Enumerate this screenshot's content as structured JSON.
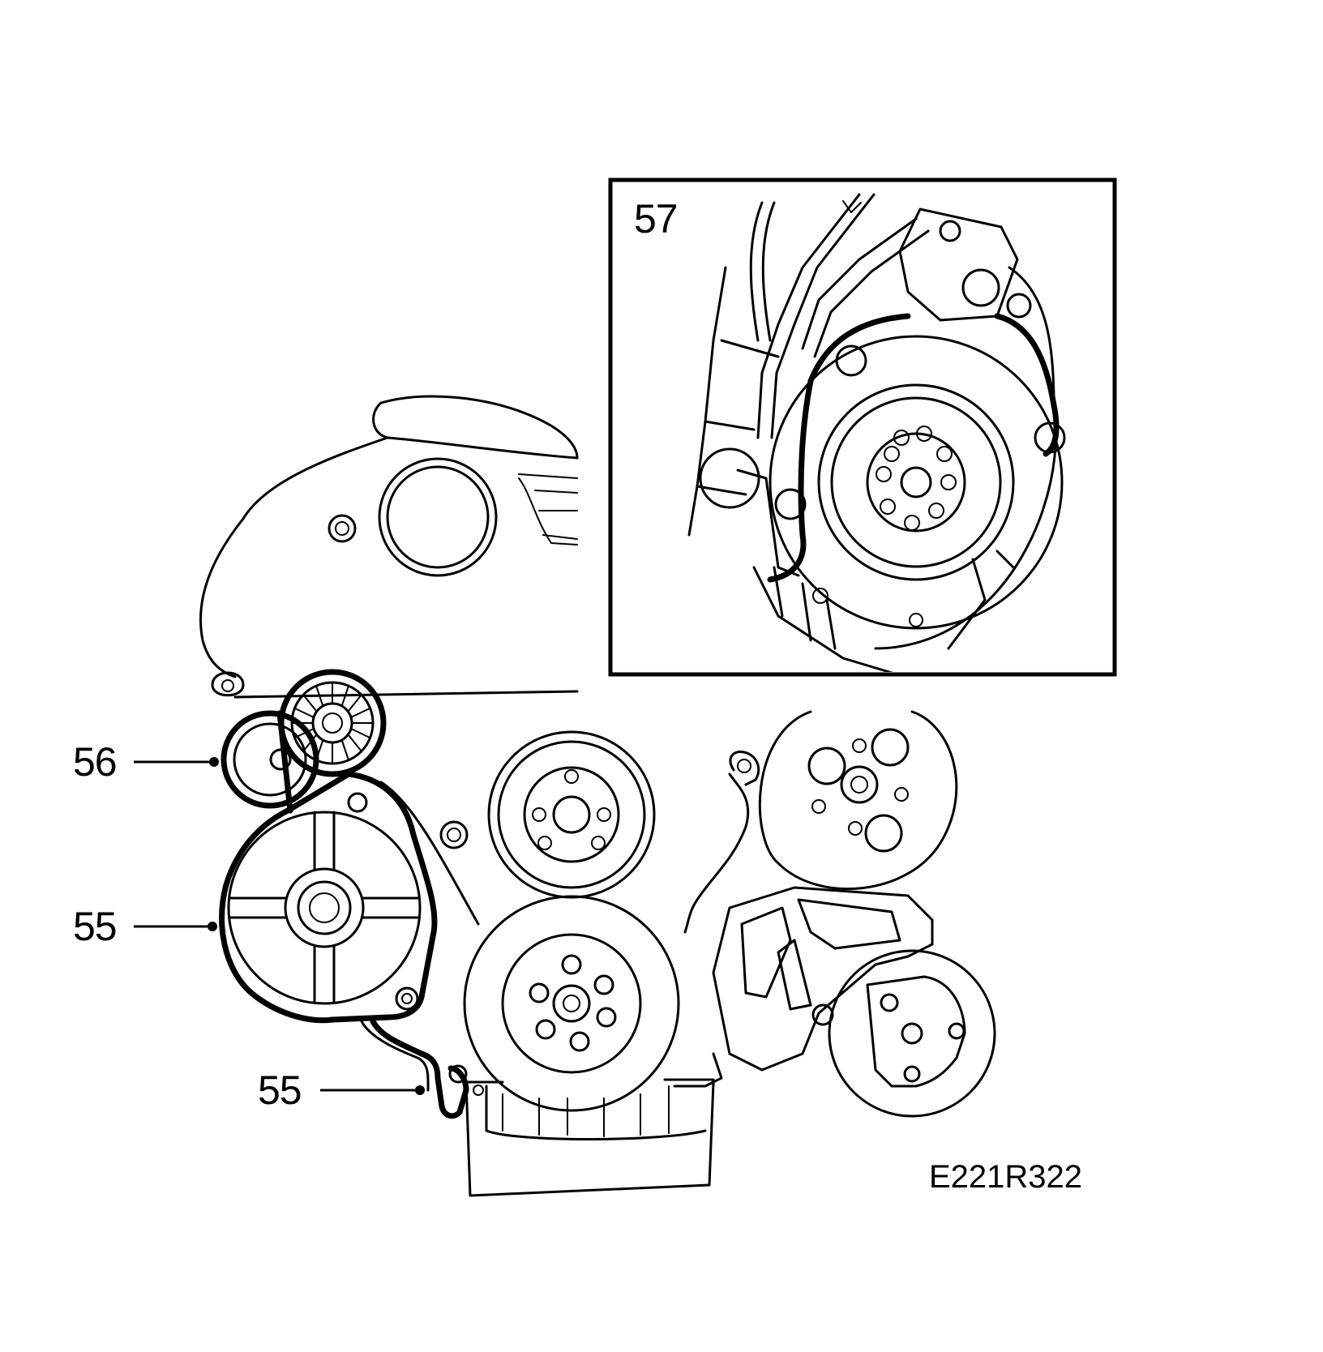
{
  "callouts": {
    "part_56": "56",
    "part_55_upper": "55",
    "part_55_lower": "55",
    "part_57": "57"
  },
  "figure_id": "E221R322",
  "colors": {
    "line": "#000000",
    "background": "#ffffff"
  }
}
